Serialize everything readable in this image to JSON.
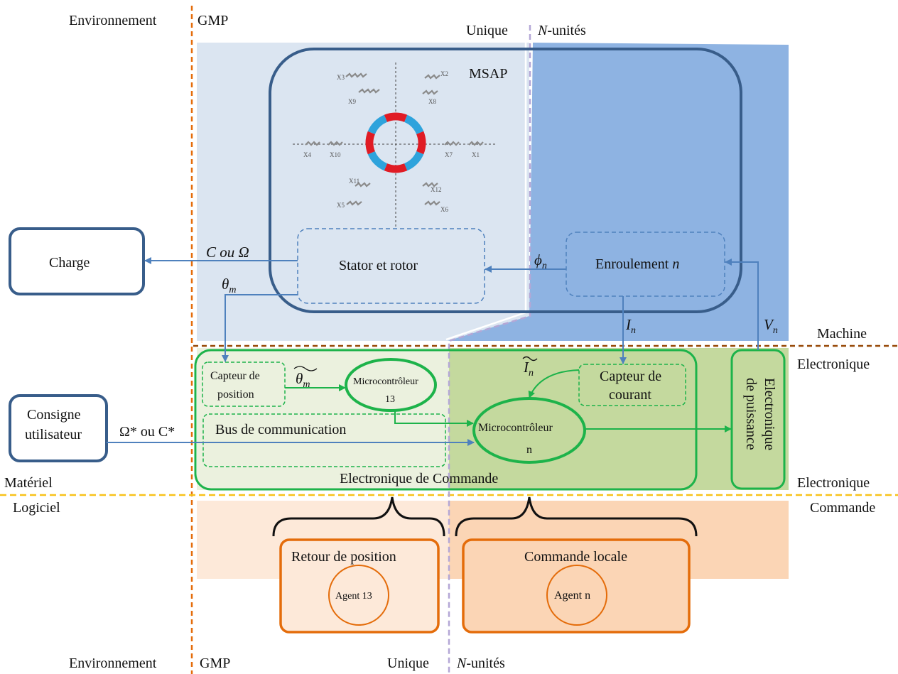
{
  "boundaries": {
    "left_label": "Environnement",
    "gmp_label": "GMP",
    "unique_label": "Unique",
    "n_units_prefix": "N",
    "n_units_suffix": "-unités"
  },
  "layers": {
    "machine": "Machine",
    "electronique_top": "Electronique",
    "electronique_bottom": "Electronique",
    "commande": "Commande",
    "materiel": "Matériel",
    "logiciel": "Logiciel"
  },
  "machine": {
    "title": "MSAP",
    "stator_rotor": "Stator et rotor",
    "winding_prefix": "Enroulement ",
    "winding_var": "n",
    "phase_labels": [
      "X3",
      "X2",
      "X9",
      "X8",
      "X4",
      "X10",
      "X7",
      "X1",
      "X11",
      "X12",
      "X5",
      "X6"
    ]
  },
  "external": {
    "charge": "Charge",
    "consigne_line1": "Consigne",
    "consigne_line2": "utilisateur"
  },
  "signals": {
    "torque_speed": "C ou Ω",
    "theta_m": "θ",
    "theta_m_sub": "m",
    "theta_m_tilde": "θ",
    "theta_m_tilde_sub": "m",
    "phi_n": "ϕ",
    "phi_n_sub": "n",
    "i_n": "I",
    "i_n_sub": "n",
    "i_n_tilde": "I",
    "i_n_tilde_sub": "n",
    "v_n": "V",
    "v_n_sub": "n",
    "setpoint": "Ω* ou C*"
  },
  "electronics": {
    "capteur_position_l1": "Capteur de",
    "capteur_position_l2": "position",
    "micro13_l1": "Microcontrôleur",
    "micro13_l2": "13",
    "bus": "Bus de communication",
    "capteur_courant_l1": "Capteur de",
    "capteur_courant_l2": "courant",
    "micron_l1": "Microcontrôleur",
    "micron_l2": "n",
    "commande_label": "Electronique de Commande",
    "puissance_l1": "Electronique",
    "puissance_l2": "de puissance"
  },
  "software": {
    "retour": "Retour de position",
    "agent13": "Agent 13",
    "commande_locale": "Commande locale",
    "agentn": "Agent n"
  },
  "colors": {
    "machine_light": "#dbe5f1",
    "machine_dark": "#8eb3e2",
    "frame_blue": "#385d8a",
    "arrow_blue": "#4f81bd",
    "elec_light": "#ebf1de",
    "elec_dark": "#c4d99e",
    "green": "#1db34a",
    "soft_light": "#fde9d9",
    "soft_dark": "#fbd5b5",
    "orange": "#e46c0a",
    "env_line": "#e46c0a",
    "machine_line": "#974806",
    "layer_line": "#f8c21a",
    "unit_line": "#b4a7d6",
    "magnet_red": "#e01b24",
    "magnet_blue": "#2ea3dc"
  }
}
